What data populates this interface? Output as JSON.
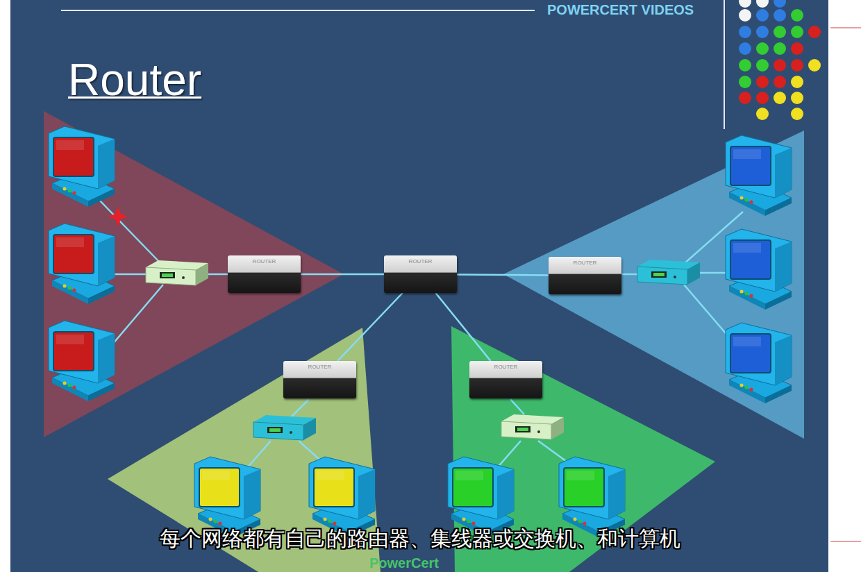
{
  "diagram": {
    "title": "Router",
    "caption": "每个网络都有自己的路由器、集线器或交换机、和计算机",
    "nodes": [
      {
        "text": [
          "ROUTER"
        ]
      },
      {
        "text": [
          "ROUTER"
        ]
      },
      {
        "text": [
          "ROUTER"
        ]
      },
      {
        "text": [
          "ROUTER"
        ]
      },
      {
        "text": [
          "ROUTER"
        ]
      }
    ],
    "edges": [
      {
        "from": 1,
        "to": 0,
        "arrow": "none"
      },
      {
        "from": 1,
        "to": 2,
        "arrow": "none"
      },
      {
        "from": 1,
        "to": 3,
        "arrow": "none"
      },
      {
        "from": 1,
        "to": 4,
        "arrow": "none"
      }
    ],
    "labels": [
      "POWERCERT VIDEOS",
      "PowerCert"
    ]
  }
}
